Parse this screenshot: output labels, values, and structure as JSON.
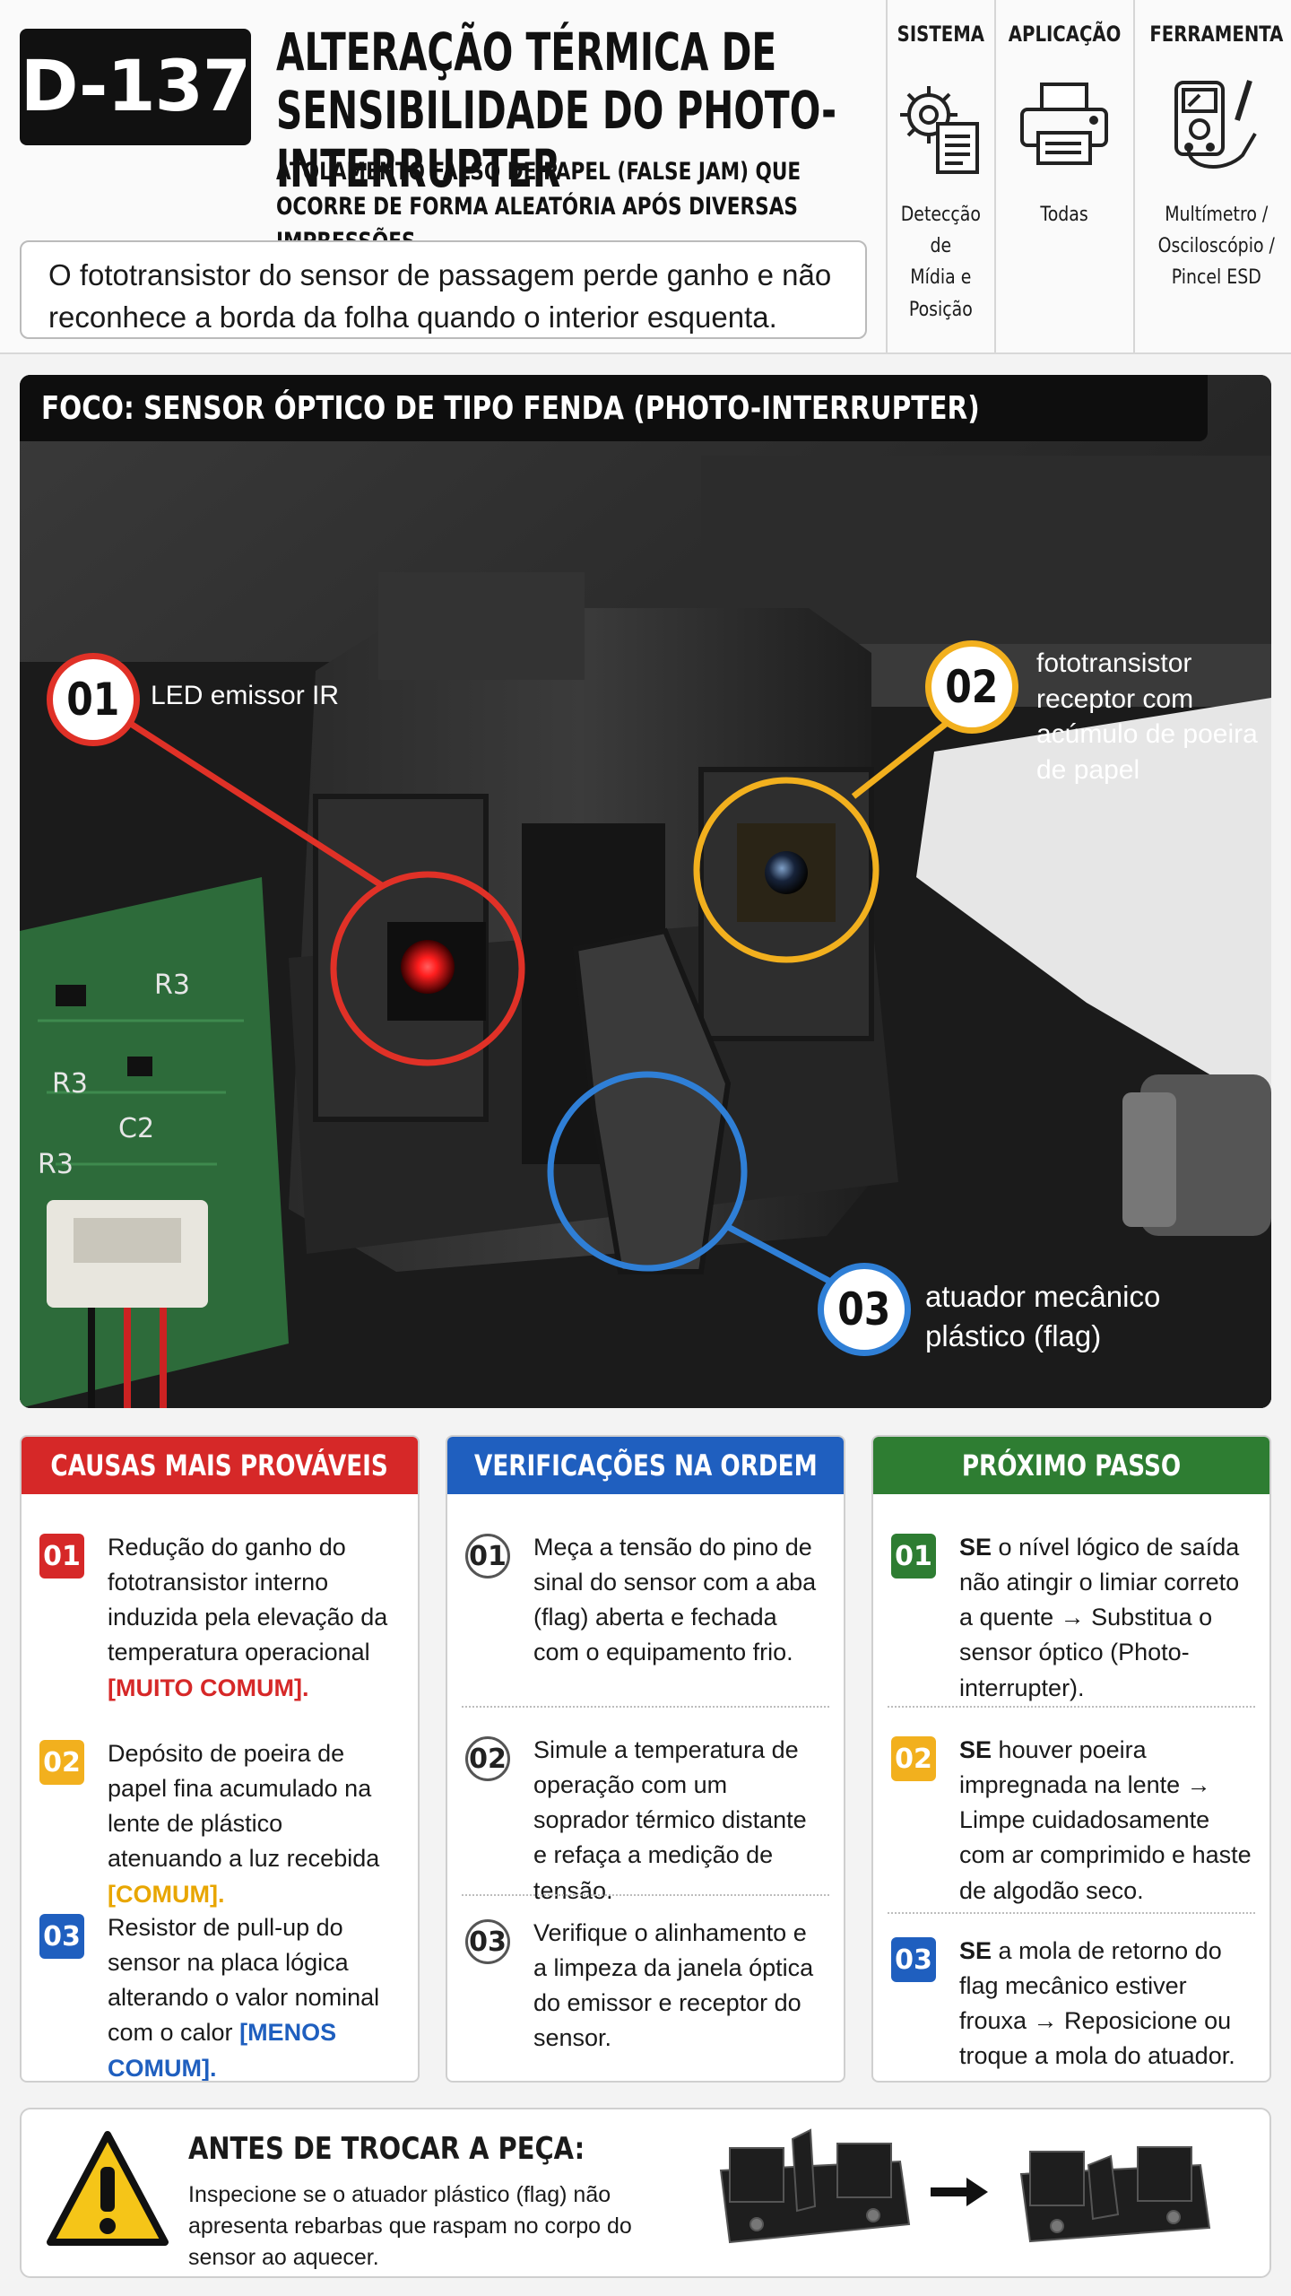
{
  "header": {
    "code": "D-137",
    "title": "ALTERAÇÃO TÉRMICA DE SENSIBILIDADE DO PHOTO-INTERRUPTER",
    "subtitle": "ATOLAMENTO FALSO DE PAPEL (FALSE JAM) QUE OCORRE DE FORMA ALEATÓRIA APÓS DIVERSAS IMPRESSÕES.",
    "summary": "O fototransistor do sensor de passagem perde ganho e não reconhece a borda da folha quando o interior esquenta."
  },
  "meta": [
    {
      "heading": "SISTEMA",
      "icon": "gear-document-icon",
      "value": "Detecção de\nMídia e Posição"
    },
    {
      "heading": "APLICAÇÃO",
      "icon": "printer-icon",
      "value": "Todas"
    },
    {
      "heading": "FERRAMENTA",
      "icon": "multimeter-icon",
      "value": "Multímetro /\nOsciloscópio /\nPincel ESD"
    }
  ],
  "photo": {
    "focus_title": "FOCO: SENSOR ÓPTICO DE TIPO FENDA (PHOTO-INTERRUPTER)",
    "pcb_labels": [
      "R3",
      "R3",
      "C2",
      "R3"
    ],
    "callouts": [
      {
        "num": "01",
        "label": "LED emissor IR",
        "color": "#e03127"
      },
      {
        "num": "02",
        "label": "fototransistor receptor com acúmulo de poeira de papel",
        "color": "#f2b01e"
      },
      {
        "num": "03",
        "label": "atuador mecânico plástico (flag)",
        "color": "#2f7fd6"
      }
    ]
  },
  "columns": {
    "causes": {
      "title": "CAUSAS MAIS PROVÁVEIS",
      "color": "#d62828",
      "items": [
        {
          "num": "01",
          "text": "Redução do ganho do fototransistor interno induzida pela elevação da temperatura operacional",
          "tag": "[MUITO COMUM].",
          "num_color": "#d62828"
        },
        {
          "num": "02",
          "text": "Depósito de poeira de papel fina acumulado na lente de plástico atenuando a luz recebida",
          "tag": "[COMUM].",
          "num_color": "#f2b01e"
        },
        {
          "num": "03",
          "text": "Resistor de pull-up do sensor na placa lógica alterando o valor nominal com o calor",
          "tag": "[MENOS COMUM].",
          "num_color": "#1f5fbf"
        }
      ]
    },
    "checks": {
      "title": "VERIFICAÇÕES NA ORDEM",
      "color": "#1f5fbf",
      "items": [
        {
          "num": "01",
          "text": "Meça a tensão do pino de sinal do sensor com a aba (flag) aberta e fechada com o equipamento frio."
        },
        {
          "num": "02",
          "text": "Simule a temperatura de operação com um soprador térmico distante e refaça a medição de tensão."
        },
        {
          "num": "03",
          "text": "Verifique o alinhamento e a limpeza da janela óptica do emissor e receptor do sensor."
        }
      ]
    },
    "next": {
      "title": "PRÓXIMO PASSO",
      "color": "#2e7d32",
      "items": [
        {
          "num": "01",
          "lead": "SE",
          "text": "o nível lógico de saída não atingir o limiar correto a quente → Substitua o sensor óptico (Photo-interrupter).",
          "num_color": "#2e7d32"
        },
        {
          "num": "02",
          "lead": "SE",
          "text": "houver poeira impregnada na lente → Limpe cuidadosamente com ar comprimido e haste de algodão seco.",
          "num_color": "#f2b01e"
        },
        {
          "num": "03",
          "lead": "SE",
          "text": "a mola de retorno do flag mecânico estiver frouxa → Reposicione ou troque a mola do atuador.",
          "num_color": "#1f5fbf"
        }
      ]
    }
  },
  "warning": {
    "title": "ANTES DE TROCAR A PEÇA:",
    "text": "Inspecione se o atuador plástico (flag) não apresenta rebarbas que raspam no corpo do sensor ao aquecer.",
    "icon": "warning-triangle-icon"
  }
}
